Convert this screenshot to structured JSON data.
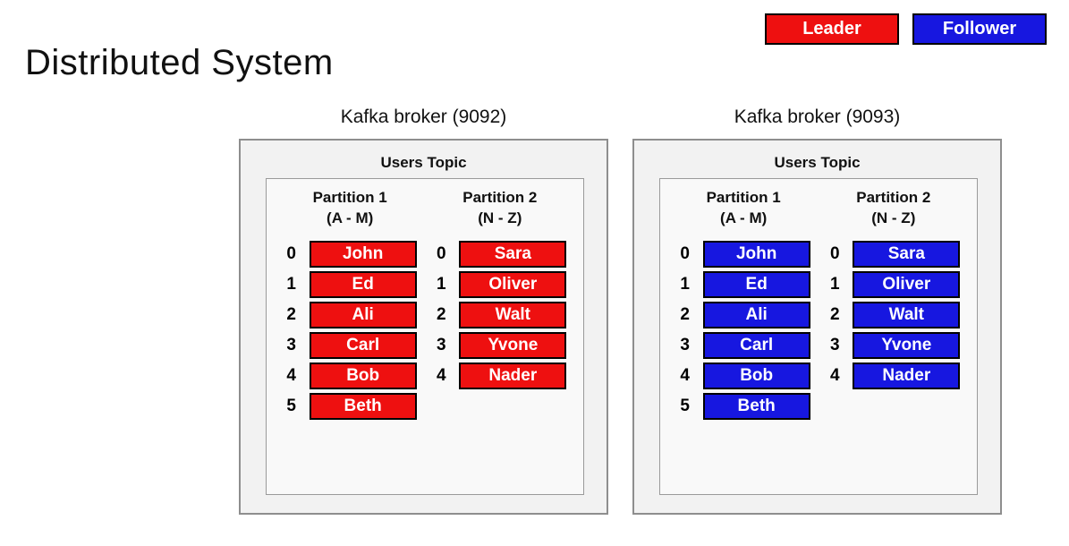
{
  "title": "Distributed System",
  "colors": {
    "leader": "#ee1010",
    "follower": "#1717e0"
  },
  "legend": [
    {
      "label": "Leader",
      "role": "leader"
    },
    {
      "label": "Follower",
      "role": "follower"
    }
  ],
  "brokers": [
    {
      "label": "Kafka broker (9092)",
      "topic": "Users Topic",
      "role": "leader",
      "partitions": [
        {
          "name": "Partition 1",
          "range": "(A - M)",
          "records": [
            {
              "offset": "0",
              "name": "John"
            },
            {
              "offset": "1",
              "name": "Ed"
            },
            {
              "offset": "2",
              "name": "Ali"
            },
            {
              "offset": "3",
              "name": "Carl"
            },
            {
              "offset": "4",
              "name": "Bob"
            },
            {
              "offset": "5",
              "name": "Beth"
            }
          ]
        },
        {
          "name": "Partition 2",
          "range": "(N - Z)",
          "records": [
            {
              "offset": "0",
              "name": "Sara"
            },
            {
              "offset": "1",
              "name": "Oliver"
            },
            {
              "offset": "2",
              "name": "Walt"
            },
            {
              "offset": "3",
              "name": "Yvone"
            },
            {
              "offset": "4",
              "name": "Nader"
            }
          ]
        }
      ]
    },
    {
      "label": "Kafka broker (9093)",
      "topic": "Users Topic",
      "role": "follower",
      "partitions": [
        {
          "name": "Partition 1",
          "range": "(A - M)",
          "records": [
            {
              "offset": "0",
              "name": "John"
            },
            {
              "offset": "1",
              "name": "Ed"
            },
            {
              "offset": "2",
              "name": "Ali"
            },
            {
              "offset": "3",
              "name": "Carl"
            },
            {
              "offset": "4",
              "name": "Bob"
            },
            {
              "offset": "5",
              "name": "Beth"
            }
          ]
        },
        {
          "name": "Partition 2",
          "range": "(N - Z)",
          "records": [
            {
              "offset": "0",
              "name": "Sara"
            },
            {
              "offset": "1",
              "name": "Oliver"
            },
            {
              "offset": "2",
              "name": "Walt"
            },
            {
              "offset": "3",
              "name": "Yvone"
            },
            {
              "offset": "4",
              "name": "Nader"
            }
          ]
        }
      ]
    }
  ]
}
